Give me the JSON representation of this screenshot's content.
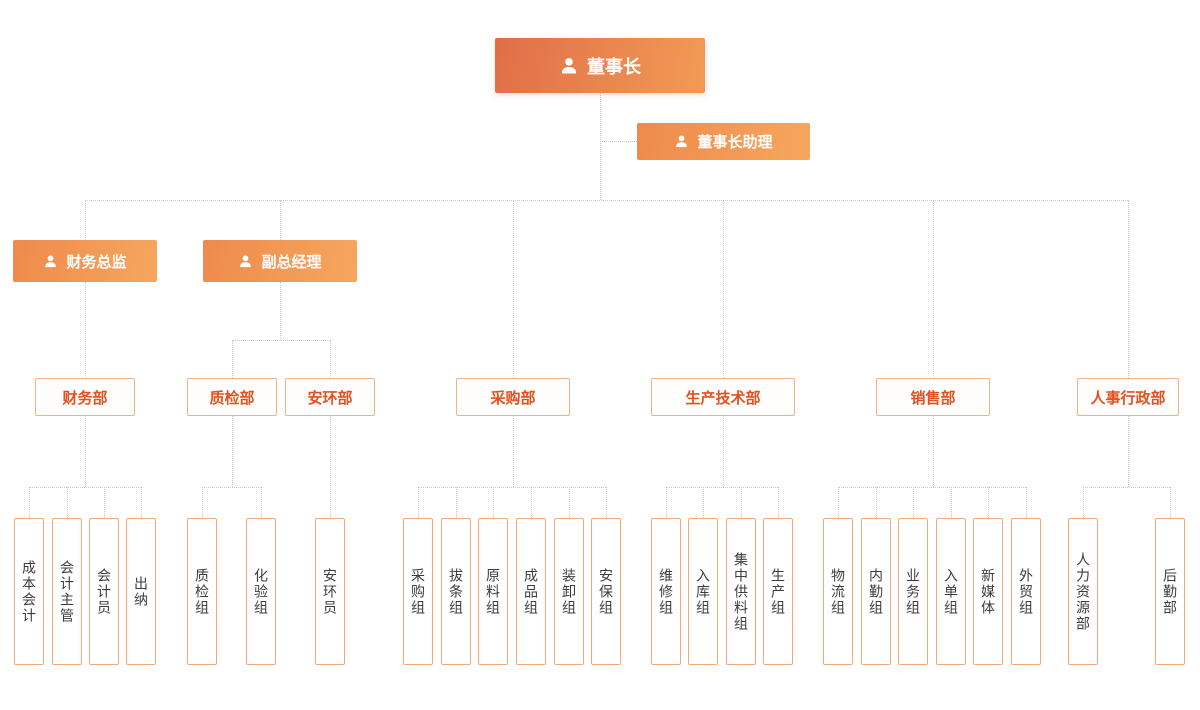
{
  "org": {
    "root": {
      "label": "董事长",
      "icon": "person-icon"
    },
    "assistant": {
      "label": "董事长助理",
      "icon": "person-icon"
    },
    "executives": [
      {
        "label": "财务总监",
        "icon": "person-icon"
      },
      {
        "label": "副总经理",
        "icon": "person-icon"
      }
    ],
    "departments": [
      {
        "label": "财务部",
        "children": [
          "成本会计",
          "会计主管",
          "会计员",
          "出纳"
        ]
      },
      {
        "label": "质检部",
        "children": [
          "质检组",
          "化验组"
        ]
      },
      {
        "label": "安环部",
        "children": [
          "安环员"
        ]
      },
      {
        "label": "采购部",
        "children": [
          "采购组",
          "拔条组",
          "原料组",
          "成品组",
          "装卸组",
          "安保组"
        ]
      },
      {
        "label": "生产技术部",
        "children": [
          "维修组",
          "入库组",
          "集中供料组",
          "生产组"
        ]
      },
      {
        "label": "销售部",
        "children": [
          "物流组",
          "内勤组",
          "业务组",
          "入单组",
          "新媒体",
          "外贸组"
        ]
      },
      {
        "label": "人事行政部",
        "children": [
          "人力资源部",
          "后勤部"
        ]
      }
    ]
  },
  "colors": {
    "node_gradient_start": "#e06e48",
    "node_gradient_end": "#f6a75d",
    "dept_text": "#e4511e",
    "dept_border": "#f0b289",
    "leaf_text": "#3c3c3c",
    "connector": "#c9c9c9",
    "background": "#ffffff"
  }
}
